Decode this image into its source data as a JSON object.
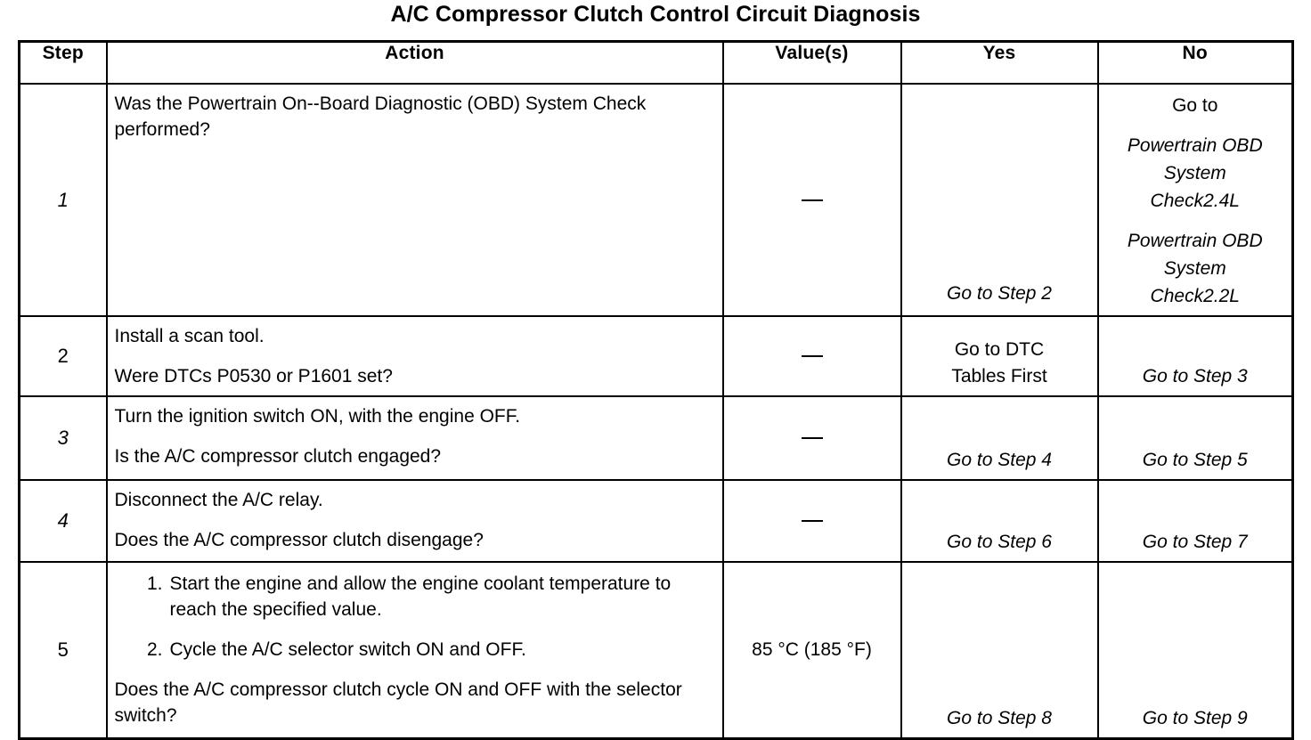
{
  "title": "A/C Compressor Clutch Control Circuit Diagnosis",
  "table": {
    "headers": {
      "step": "Step",
      "action": "Action",
      "value": "Value(s)",
      "yes": "Yes",
      "no": "No"
    },
    "rows": [
      {
        "step": "1",
        "step_style": "italic",
        "action_lines": [
          "Was the Powertrain On--Board Diagnostic (OBD) System Check performed?"
        ],
        "value": "—",
        "yes": "Go to Step 2",
        "no_intro": "Go to",
        "no_group1_line1": "Powertrain OBD",
        "no_group1_line2": "System",
        "no_group1_line3": "Check2.4L",
        "no_group2_line1": "Powertrain OBD",
        "no_group2_line2": "System",
        "no_group2_line3": "Check2.2L"
      },
      {
        "step": "2",
        "step_style": "normal",
        "action_line1": "Install a scan tool.",
        "action_line2": "Were DTCs P0530 or P1601 set?",
        "value": "—",
        "yes_line1": "Go to DTC",
        "yes_line2": "Tables First",
        "no": "Go to Step 3"
      },
      {
        "step": "3",
        "step_style": "italic",
        "action_line1": "Turn the ignition switch ON, with the engine OFF.",
        "action_line2": "Is the A/C compressor clutch engaged?",
        "value": "—",
        "yes": "Go to Step 4",
        "no": "Go to Step 5"
      },
      {
        "step": "4",
        "step_style": "italic",
        "action_line1": "Disconnect the A/C relay.",
        "action_line2": "Does the A/C compressor clutch disengage?",
        "value": "—",
        "yes": "Go to Step 6",
        "no": "Go to Step 7"
      },
      {
        "step": "5",
        "step_style": "normal",
        "action_item1": "Start the engine and allow the engine coolant temperature to reach the specified value.",
        "action_item2": "Cycle the A/C selector switch ON and OFF.",
        "action_question": "Does the A/C compressor clutch cycle ON and OFF with the selector switch?",
        "value": "85 °C (185 °F)",
        "yes": "Go to Step 8",
        "no": "Go to Step 9"
      }
    ]
  },
  "colors": {
    "ink": "#000000",
    "paper": "#ffffff"
  }
}
